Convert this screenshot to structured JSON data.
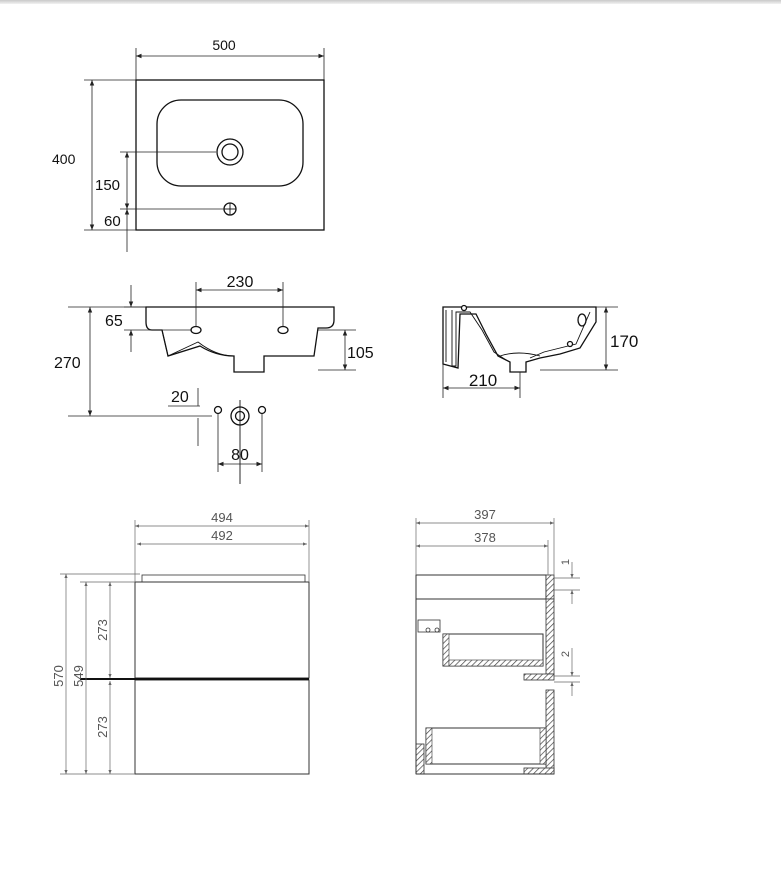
{
  "top_view": {
    "width_label": "500",
    "depth_label": "400",
    "drain_offset_label": "150",
    "tap_offset_label": "60"
  },
  "front_view": {
    "holes_spacing_label": "230",
    "holes_height_label": "65",
    "total_height_label": "270",
    "drain_depth_label": "105",
    "hole_dia_label": "20",
    "holes_pitch_label": "80"
  },
  "side_view": {
    "height_label": "170",
    "depth_label": "210"
  },
  "cabinet_front": {
    "outer_width_label": "494",
    "inner_width_label": "492",
    "total_height_label": "570",
    "body_height_label": "549",
    "drawer_top_label": "273",
    "drawer_bottom_label": "273"
  },
  "cabinet_side": {
    "outer_depth_label": "397",
    "inner_depth_label": "378",
    "top_gap_label": "1",
    "mid_gap_label": "2"
  }
}
